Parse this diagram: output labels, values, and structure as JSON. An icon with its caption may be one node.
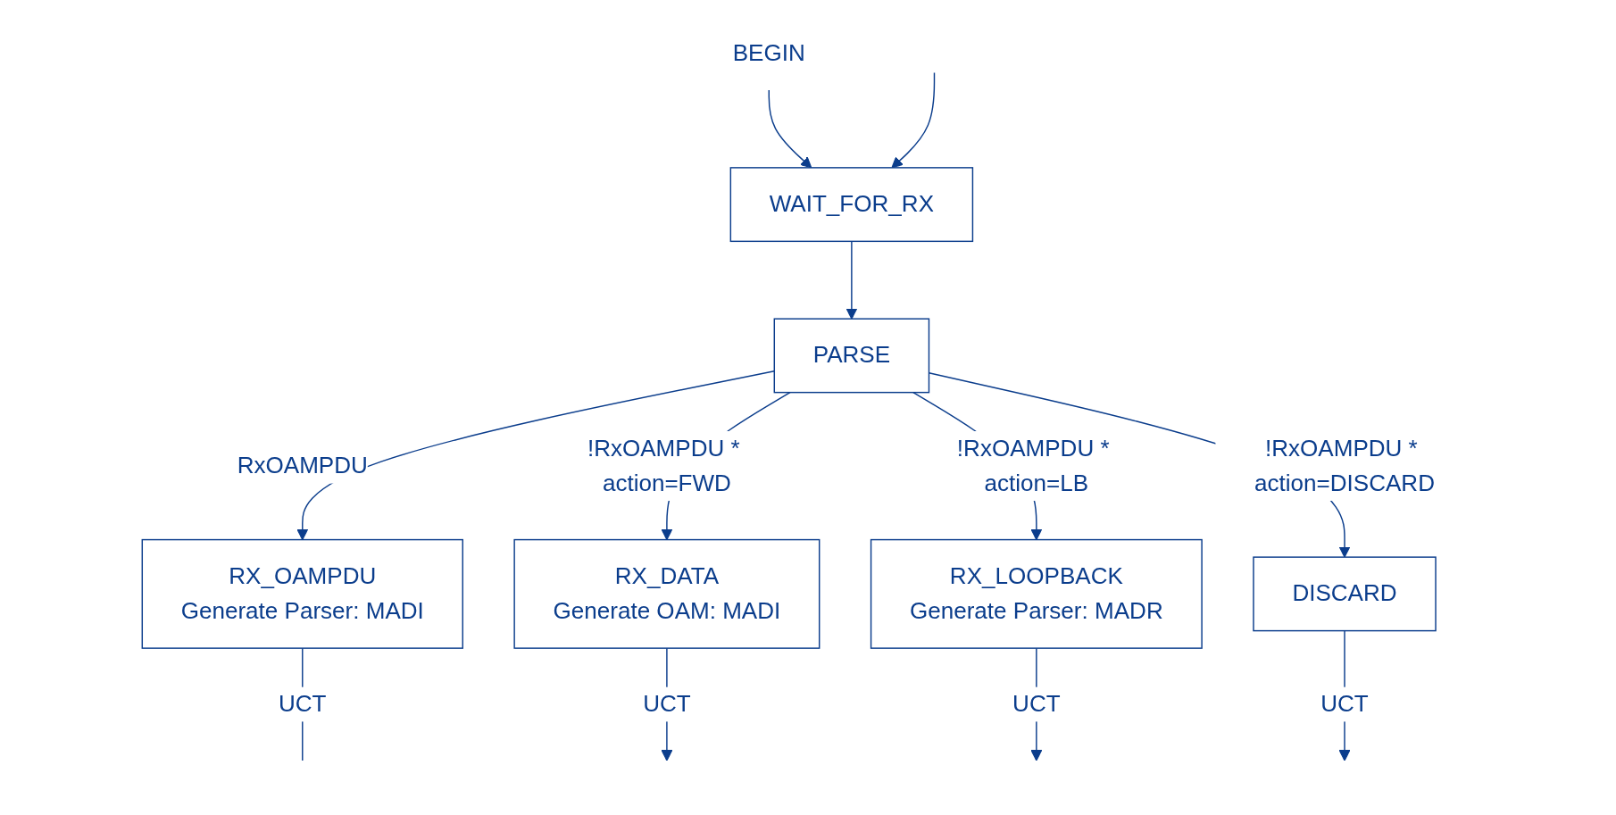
{
  "diagram": {
    "nodes": [
      {
        "text": [
          "BEGIN"
        ]
      },
      {
        "text": [
          "WAIT_FOR_RX"
        ]
      },
      {
        "text": [
          "PARSE"
        ]
      },
      {
        "text": [
          "RX_OAMPDU",
          "Generate Parser: MADI"
        ]
      },
      {
        "text": [
          "RX_DATA",
          "Generate OAM: MADI"
        ]
      },
      {
        "text": [
          "RX_LOOPBACK",
          "Generate Parser: MADR"
        ]
      },
      {
        "text": [
          "DISCARD"
        ]
      }
    ],
    "edges": [
      {
        "from": 0,
        "to": 1,
        "arrow": "to"
      },
      {
        "from": null,
        "to": 1,
        "arrow": "to"
      },
      {
        "from": 1,
        "to": 2,
        "arrow": "to"
      },
      {
        "from": 2,
        "to": 3,
        "label": "RxOAMPDU",
        "arrow": "to"
      },
      {
        "from": 2,
        "to": 4,
        "label": "!RxOAMPDU * action=FWD",
        "arrow": "to"
      },
      {
        "from": 2,
        "to": 5,
        "label": "!RxOAMPDU * action=LB",
        "arrow": "to"
      },
      {
        "from": 2,
        "to": 6,
        "label": "!RxOAMPDU * action=DISCARD",
        "arrow": "to"
      },
      {
        "from": 3,
        "to": null,
        "label": "UCT",
        "arrow": "none"
      },
      {
        "from": 4,
        "to": null,
        "label": "UCT",
        "arrow": "to"
      },
      {
        "from": 5,
        "to": null,
        "label": "UCT",
        "arrow": "to"
      },
      {
        "from": 6,
        "to": null,
        "label": "UCT",
        "arrow": "to"
      }
    ]
  }
}
